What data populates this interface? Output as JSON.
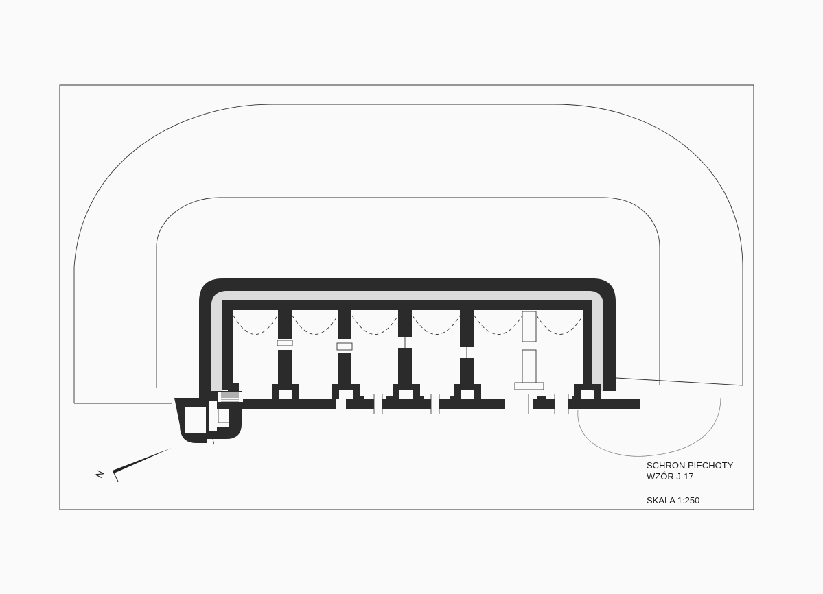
{
  "drawing": {
    "title_line_1": "SCHRON PIECHOTY",
    "title_line_2": "WZÓR J-17",
    "scale": "SKALA 1:250",
    "north_label": "N"
  },
  "colors": {
    "paper": "#fafafa",
    "line": "#333333",
    "wall": "#2b2b2b",
    "corridor_fill": "#dcdcdc"
  }
}
